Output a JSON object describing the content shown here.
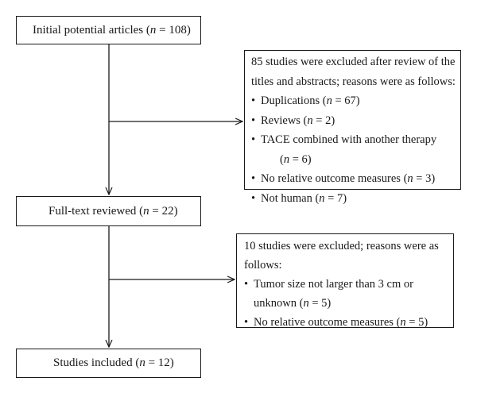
{
  "boxes": {
    "initial": "Initial potential articles (n = 108)",
    "fulltext": "Full-text reviewed (n = 22)",
    "included": "Studies included (n = 12)"
  },
  "exclusion1": {
    "intro1": "85 studies were excluded after review of the",
    "intro2": "titles and abstracts; reasons were as follows:",
    "items": [
      "Duplications (n = 67)",
      "Reviews (n = 2)",
      "TACE combined with another therapy",
      "(n = 6)",
      "No relative outcome measures (n = 3)",
      "Not human (n = 7)"
    ]
  },
  "exclusion2": {
    "intro1": "10 studies were excluded; reasons were as",
    "intro2": "follows:",
    "items": [
      "Tumor size not larger than 3 cm or",
      "unknown (n = 5)",
      "No relative outcome measures (n = 5)"
    ]
  }
}
